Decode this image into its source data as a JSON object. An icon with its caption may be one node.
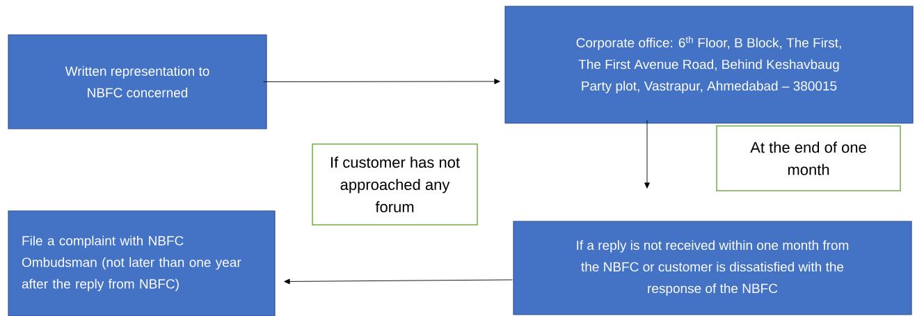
{
  "diagram": {
    "nodes": [
      {
        "text": [
          "Written representation to NBFC concerned"
        ]
      },
      {
        "text": [
          "Corporate office: 6$^{th}$ Floor, B Block, The First, The First Avenue Road, Behind Keshavbaug Party plot, Vastrapur, Ahmedabad – 380015"
        ]
      },
      {
        "text": [
          "If customer has not approached any forum"
        ]
      },
      {
        "text": [
          "At the end of one month"
        ]
      },
      {
        "text": [
          "File a complaint with NBFC Ombudsman (not later than one year after the reply from NBFC)"
        ]
      },
      {
        "text": [
          "If a reply is not received within one month from the NBFC or customer is dissatisfied with the response of the NBFC"
        ]
      }
    ],
    "edges": [
      {
        "from": 0,
        "to": 1,
        "arrow": "to"
      },
      {
        "from": 1,
        "to": 5,
        "arrow": "to"
      },
      {
        "from": 5,
        "to": 4,
        "arrow": "to"
      }
    ]
  }
}
